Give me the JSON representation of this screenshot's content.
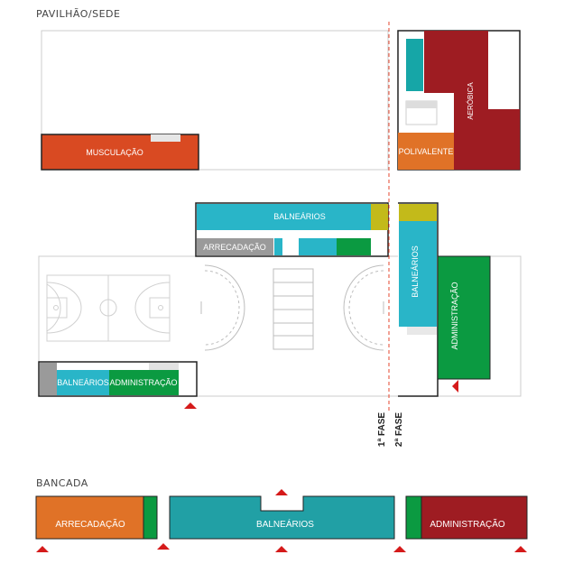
{
  "sections": {
    "pavilhao_label": "PAVILHÃO/SEDE",
    "bancada_label": "BANCADA"
  },
  "rooms": {
    "musculacao": "MUSCULAÇÃO",
    "polivalente": "POLIVALENTE",
    "aerobica": "AERÓBICA",
    "balnearios_top": "BALNEÁRIOS",
    "arrecadacao_mid": "ARRECADAÇÃO",
    "balnearios_right": "BALNEÁRIOS",
    "administracao_right": "ADMINISTRAÇÃO",
    "balnearios_bottom": "BALNEÁRIOS",
    "administracao_bottom": "ADMINISTRAÇÃO",
    "arrecadacao_bancada": "ARRECADAÇÃO",
    "balnearios_bancada": "BALNEÁRIOS",
    "administracao_bancada": "ADMINISTRAÇÃO"
  },
  "phases": {
    "first": "1ª FASE",
    "second": "2ª FASE"
  },
  "colors": {
    "orange_red": "#d94a22",
    "orange": "#e07227",
    "dark_red": "#9e1c22",
    "teal": "#16a6a7",
    "cyan": "#29b5c8",
    "green": "#0b9a41",
    "olive": "#c3ba1a",
    "gray": "#9a9a9a",
    "entrance_red": "#d51a1a",
    "phase_line": "#e6452d"
  }
}
